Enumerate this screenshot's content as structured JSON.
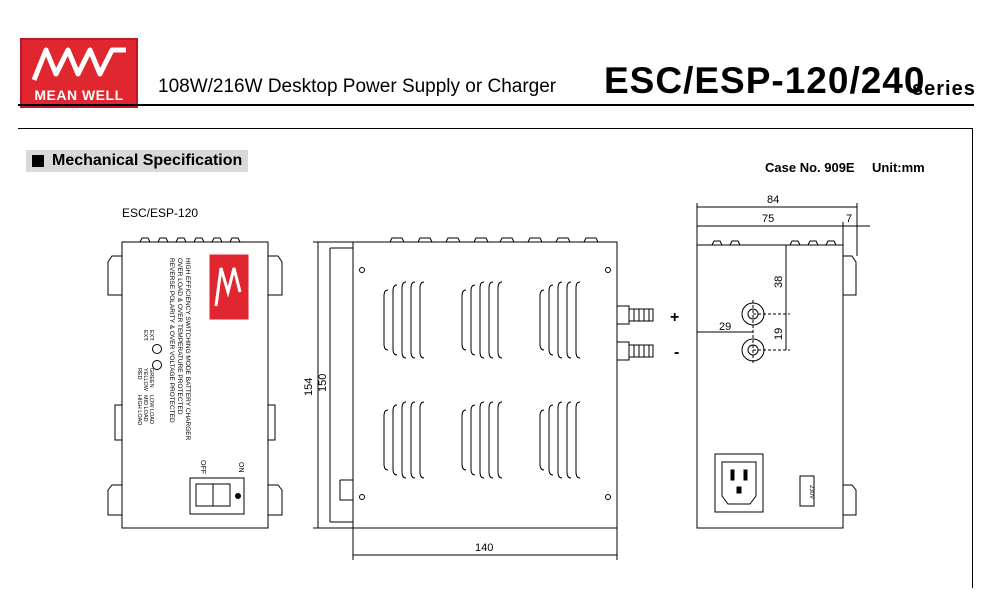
{
  "header": {
    "logo_text": "MEAN WELL",
    "subtitle": "108W/216W Desktop Power Supply or Charger",
    "series_title": "ESC/ESP-120/240",
    "series_word": "series"
  },
  "section": {
    "title": "Mechanical Specification",
    "case_no": "Case No. 909E",
    "unit": "Unit:mm"
  },
  "front_view": {
    "model_label": "ESC/ESP-120",
    "label_lines": [
      "HIGH EFFICIENCY SWITCHING MODE BATTERY CHARGER",
      "OVER LOAD & OVER TEMPERATURE PROTECTED",
      "REVERSE POLARITY & OVER VOLTAGE PROTECTED"
    ],
    "led_labels": [
      "EXT.",
      "EXT.",
      "RED"
    ],
    "led_load_labels": [
      "LOW LOAD",
      "MID LOAD",
      "HIGH LOAD"
    ],
    "led_color_labels": [
      "GREEN",
      "YELLOW",
      "RED"
    ],
    "switch_off": "OFF",
    "switch_on": "ON"
  },
  "top_view": {
    "plus_sign": "+",
    "minus_sign": "-",
    "dim_height_outer": "154",
    "dim_height_inner": "150",
    "dim_width": "140"
  },
  "side_view": {
    "dim_total": "84",
    "dim_body": "75",
    "dim_foot": "7",
    "dim_38": "38",
    "dim_29": "29",
    "dim_19": "19",
    "voltage_switch": "230V"
  }
}
